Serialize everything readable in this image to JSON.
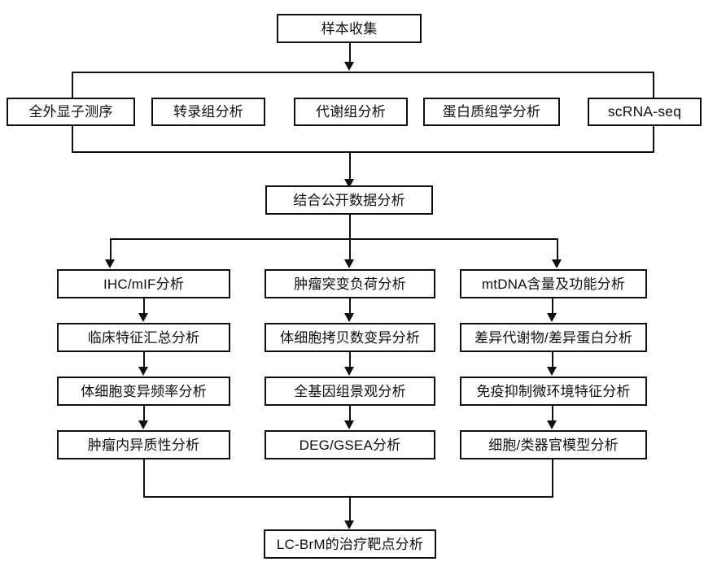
{
  "diagram": {
    "title": "LC-BrM multi-omics analysis workflow flowchart",
    "line_color": "#0f0f0f",
    "box_fill": "#ffffff",
    "background": "#ffffff"
  },
  "nodes": {
    "sample_collection": "样本收集",
    "omics_row": [
      "全外显子测序",
      "转录组分析",
      "代谢组分析",
      "蛋白质组学分析",
      "scRNA-seq"
    ],
    "public_data": "结合公开数据分析",
    "columns": [
      {
        "name": "column-ihc",
        "steps": [
          "IHC/mIF分析",
          "临床特征汇总分析",
          "体细胞变异频率分析",
          "肿瘤内异质性分析"
        ]
      },
      {
        "name": "column-genomics",
        "steps": [
          "肿瘤突变负荷分析",
          "体细胞拷贝数变异分析",
          "全基因组景观分析",
          "DEG/GSEA分析"
        ]
      },
      {
        "name": "column-mtdna",
        "steps": [
          "mtDNA含量及功能分析",
          "差异代谢物/差异蛋白分析",
          "免疫抑制微环境特征分析",
          "细胞/类器官模型分析"
        ]
      }
    ],
    "final": "LC-BrM的治疗靶点分析"
  }
}
